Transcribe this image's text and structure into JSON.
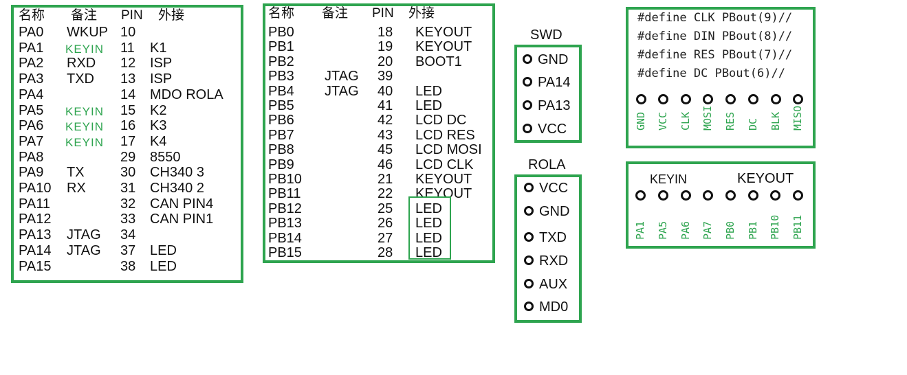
{
  "porta": {
    "headers": [
      "名称",
      "备注",
      "PIN",
      "外接"
    ],
    "rows": [
      {
        "name": "PA0",
        "note": "WKUP",
        "pin": "10",
        "ext": ""
      },
      {
        "name": "PA1",
        "note": "KEYIN",
        "pin": "11",
        "ext": "K1"
      },
      {
        "name": "PA2",
        "note": "RXD",
        "pin": "12",
        "ext": "ISP"
      },
      {
        "name": "PA3",
        "note": "TXD",
        "pin": "13",
        "ext": "ISP"
      },
      {
        "name": "PA4",
        "note": "",
        "pin": "14",
        "ext": "MDO  ROLA"
      },
      {
        "name": "PA5",
        "note": "KEYIN",
        "pin": "15",
        "ext": "K2"
      },
      {
        "name": "PA6",
        "note": "KEYIN",
        "pin": "16",
        "ext": "K3"
      },
      {
        "name": "PA7",
        "note": "KEYIN",
        "pin": "17",
        "ext": "K4"
      },
      {
        "name": "PA8",
        "note": "",
        "pin": "29",
        "ext": "8550"
      },
      {
        "name": "PA9",
        "note": "TX",
        "pin": "30",
        "ext": "CH340 3"
      },
      {
        "name": "PA10",
        "note": "RX",
        "pin": "31",
        "ext": "CH340 2"
      },
      {
        "name": "PA11",
        "note": "",
        "pin": "32",
        "ext": "CAN PIN4"
      },
      {
        "name": "PA12",
        "note": "",
        "pin": "33",
        "ext": "CAN PIN1"
      },
      {
        "name": "PA13",
        "note": "JTAG",
        "pin": "34",
        "ext": ""
      },
      {
        "name": "PA14",
        "note": "JTAG",
        "pin": "37",
        "ext": "LED"
      },
      {
        "name": "PA15",
        "note": "",
        "pin": "38",
        "ext": "LED"
      }
    ]
  },
  "portb": {
    "headers": [
      "名称",
      "备注",
      "PIN",
      "外接"
    ],
    "rows": [
      {
        "name": "PB0",
        "note": "",
        "pin": "18",
        "ext": "KEYOUT"
      },
      {
        "name": "PB1",
        "note": "",
        "pin": "19",
        "ext": "KEYOUT"
      },
      {
        "name": "PB2",
        "note": "",
        "pin": "20",
        "ext": "BOOT1"
      },
      {
        "name": "PB3",
        "note": "JTAG",
        "pin": "39",
        "ext": ""
      },
      {
        "name": "PB4",
        "note": "JTAG",
        "pin": "40",
        "ext": "LED"
      },
      {
        "name": "PB5",
        "note": "",
        "pin": "41",
        "ext": "LED"
      },
      {
        "name": "PB6",
        "note": "",
        "pin": "42",
        "ext": "LCD DC"
      },
      {
        "name": "PB7",
        "note": "",
        "pin": "43",
        "ext": "LCD RES"
      },
      {
        "name": "PB8",
        "note": "",
        "pin": "45",
        "ext": "LCD MOSI"
      },
      {
        "name": "PB9",
        "note": "",
        "pin": "46",
        "ext": "LCD CLK"
      },
      {
        "name": "PB10",
        "note": "",
        "pin": "21",
        "ext": "KEYOUT"
      },
      {
        "name": "PB11",
        "note": "",
        "pin": "22",
        "ext": "KEYOUT"
      },
      {
        "name": "PB12",
        "note": "",
        "pin": "25",
        "ext": "LED"
      },
      {
        "name": "PB13",
        "note": "",
        "pin": "26",
        "ext": "LED"
      },
      {
        "name": "PB14",
        "note": "",
        "pin": "27",
        "ext": "LED"
      },
      {
        "name": "PB15",
        "note": "",
        "pin": "28",
        "ext": "LED"
      }
    ]
  },
  "swd": {
    "title": "SWD",
    "pins": [
      "GND",
      "PA14",
      "PA13",
      "VCC"
    ]
  },
  "rola": {
    "title": "ROLA",
    "pins": [
      "VCC",
      "GND",
      "TXD",
      "RXD",
      "AUX",
      "MD0"
    ]
  },
  "lcd": {
    "defines": [
      "#define CLK PBout(9)//",
      "#define DIN PBout(8)//",
      "#define RES PBout(7)//",
      "#define DC  PBout(6)//"
    ],
    "pins": [
      "GND",
      "VCC",
      "CLK",
      "MOSI",
      "RES",
      "DC",
      "BLK",
      "MISO"
    ]
  },
  "keys": {
    "keyin_label": "KEYIN",
    "keyout_label": "KEYOUT",
    "pins": [
      "PA1",
      "PA5",
      "PA6",
      "PA7",
      "PB0",
      "PB1",
      "PB10",
      "PB11"
    ]
  },
  "colors": {
    "accent": "#2ea44f"
  }
}
